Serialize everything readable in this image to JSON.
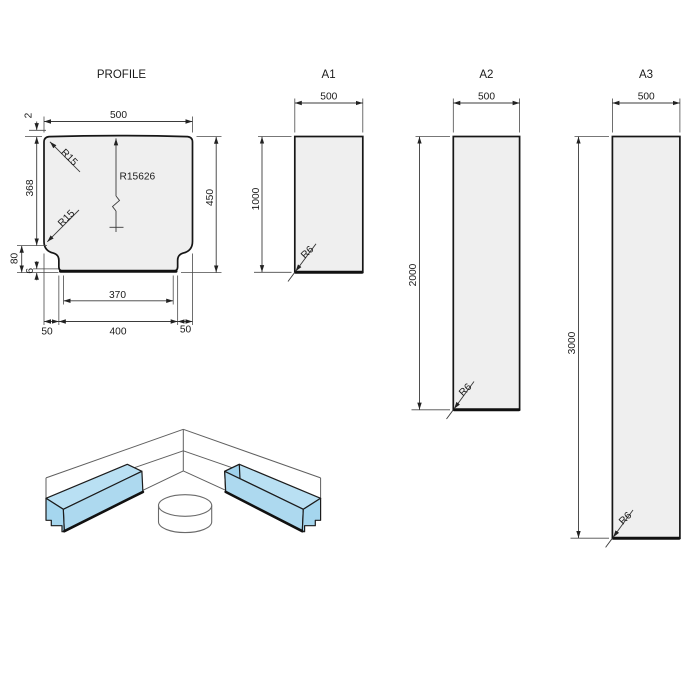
{
  "drawing": {
    "background": "#ffffff",
    "line_color": "#3b3b3b",
    "outline_color": "#161616",
    "panel_fill": "#efefef",
    "iso_blue_top": "#b9e0f3",
    "iso_blue_front": "#add9ef",
    "iso_blue_end": "#a5d6ee",
    "views": {
      "profile": {
        "title": "PROFILE",
        "dim_width": "500",
        "dim_crown": "2",
        "dim_side": "368",
        "dim_height": "450",
        "dim_bottom_height": "80",
        "dim_lip": "6",
        "dim_inner_bottom": "370",
        "dim_seg_left": "50",
        "dim_seg_mid": "400",
        "dim_seg_right": "50",
        "radius_top_corner": "R15",
        "radius_step": "R15",
        "radius_crown": "R15626"
      },
      "a1": {
        "title": "A1",
        "dim_width": "500",
        "dim_height": "1000",
        "radius": "R6"
      },
      "a2": {
        "title": "A2",
        "dim_width": "500",
        "dim_height": "2000",
        "radius": "R6"
      },
      "a3": {
        "title": "A3",
        "dim_width": "500",
        "dim_height": "3000",
        "radius": "R6"
      }
    },
    "isometric": {
      "description": "corner installation view with two curb profiles and drain cylinder"
    }
  }
}
